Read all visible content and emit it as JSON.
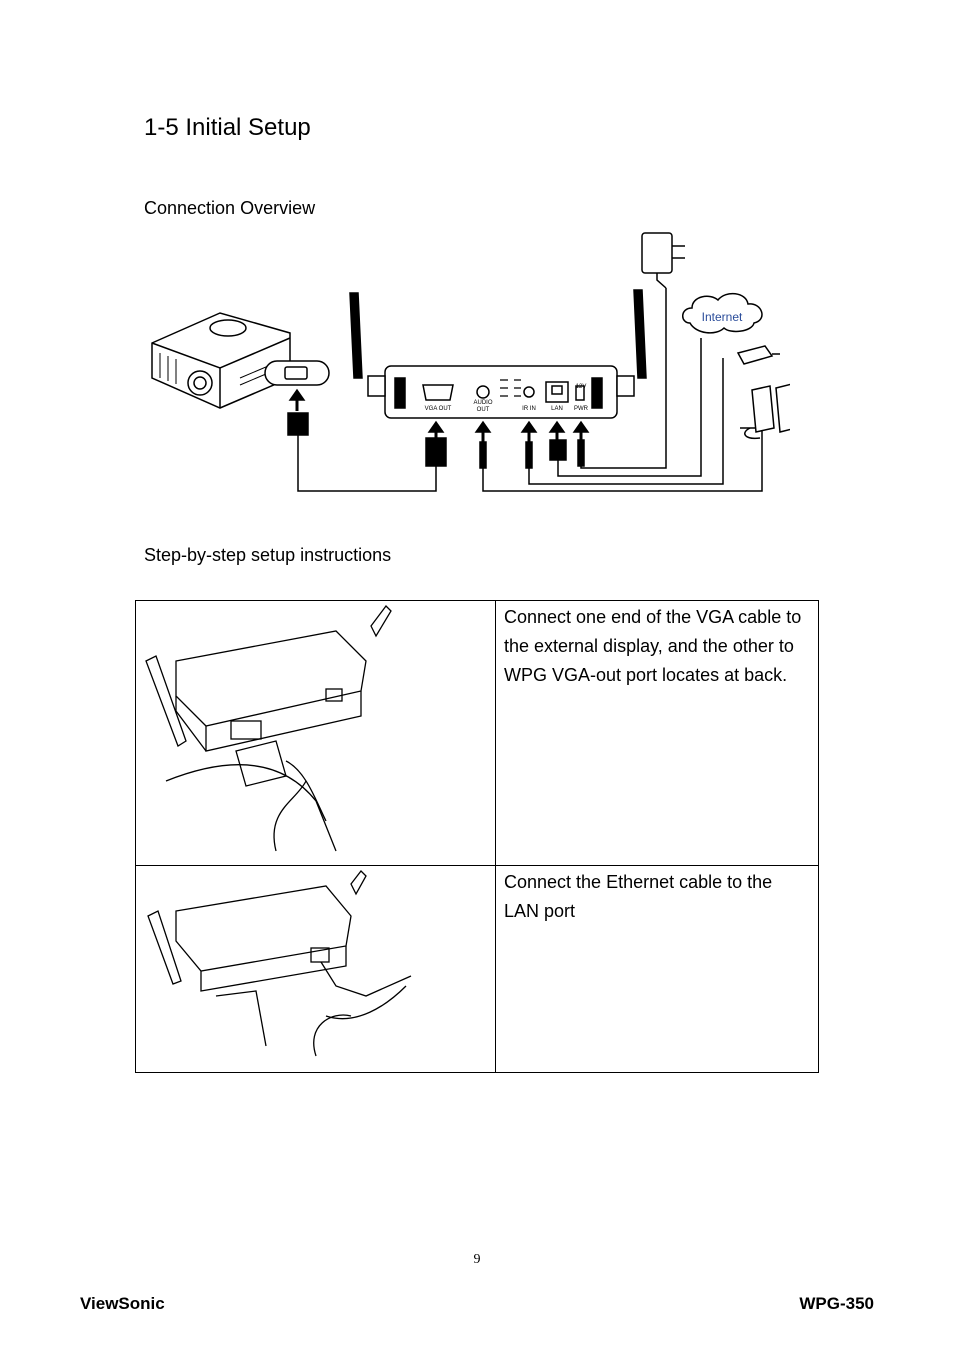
{
  "section_title": "1-5 Initial Setup",
  "overview_label": "Connection Overview",
  "diagram": {
    "internet_label": "Internet",
    "port_labels": {
      "vga_out": "VGA OUT",
      "audio": "AUDIO",
      "out": "OUT",
      "ir_in": "IR IN",
      "lan": "LAN",
      "pwr": "PWR",
      "voltage": "12V"
    }
  },
  "steps_label": "Step-by-step setup instructions",
  "steps": [
    {
      "text": "Connect one end of the VGA cable to the external display, and the other to WPG VGA-out port locates at back."
    },
    {
      "text": "Connect the Ethernet cable to the LAN port"
    }
  ],
  "page_number": "9",
  "footer": {
    "brand": "ViewSonic",
    "model": "WPG-350"
  }
}
